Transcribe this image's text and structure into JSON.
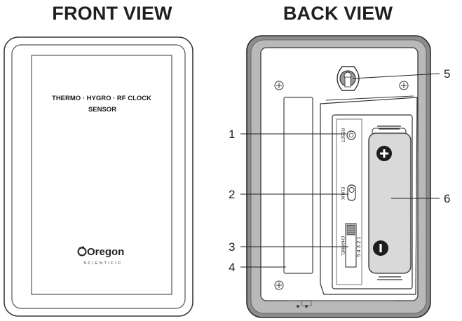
{
  "titles": {
    "front": "FRONT VIEW",
    "back": "BACK VIEW"
  },
  "front": {
    "product_line1": "THERMO · HYGRO · RF CLOCK",
    "product_line2": "SENSOR",
    "brand": "Oregon",
    "brand_sub": "SCIENTIFIC"
  },
  "back": {
    "switch_labels": {
      "reset": "RESET",
      "eu_uk": "EU/UK",
      "channel": "CHANNEL",
      "channel_numbers": "5  4  3  2  1"
    },
    "battery": {
      "plus": "+",
      "minus": "−"
    }
  },
  "callouts": [
    "1",
    "2",
    "3",
    "4",
    "5",
    "6"
  ],
  "colors": {
    "outline": "#3a3a3a",
    "frame": "#b8b8b8",
    "back_body": "#a9a9a9",
    "battery": "#cfcfcf"
  }
}
